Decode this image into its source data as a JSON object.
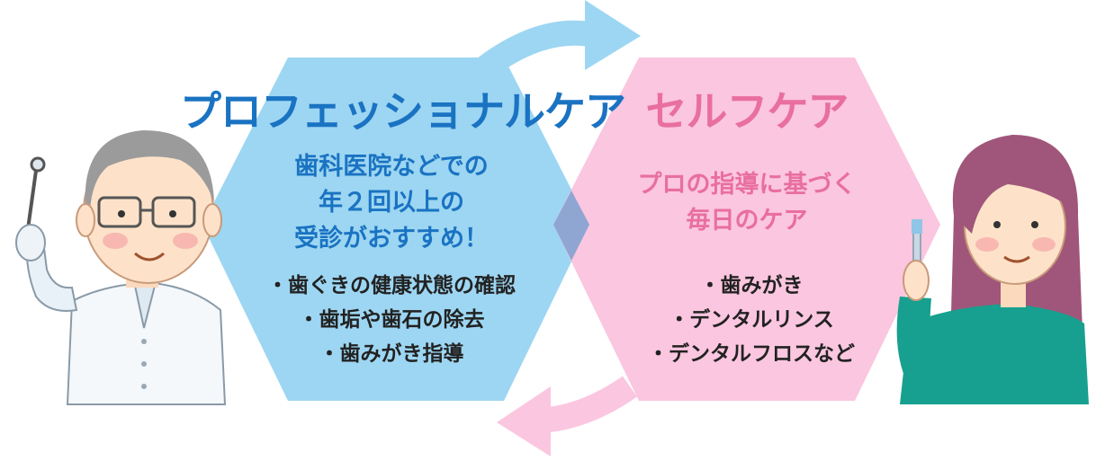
{
  "professional": {
    "title": "プロフェッショナルケア",
    "subtitle_lines": [
      "歯科医院などでの",
      "年２回以上の",
      "受診がおすすめ！"
    ],
    "items": [
      "・歯ぐきの健康状態の確認",
      "・歯垢や歯石の除去",
      "・歯みがき指導"
    ]
  },
  "self": {
    "title": "セルフケア",
    "subtitle_lines": [
      "プロの指導に基づく",
      "毎日のケア"
    ],
    "items": [
      "・歯みがき",
      "・デンタルリンス",
      "・デンタルフロスなど"
    ]
  },
  "colors": {
    "professional": "#9dd6f2",
    "self": "#fbc6df",
    "overlap": "#8fa6d3",
    "blue_text": "#1a73c2",
    "pink_text": "#e86f9f"
  },
  "icons": [
    "dentist-illustration",
    "dental-mirror-icon",
    "woman-illustration",
    "toothbrush-icon",
    "cycle-arrow-top-icon",
    "cycle-arrow-bottom-icon"
  ]
}
